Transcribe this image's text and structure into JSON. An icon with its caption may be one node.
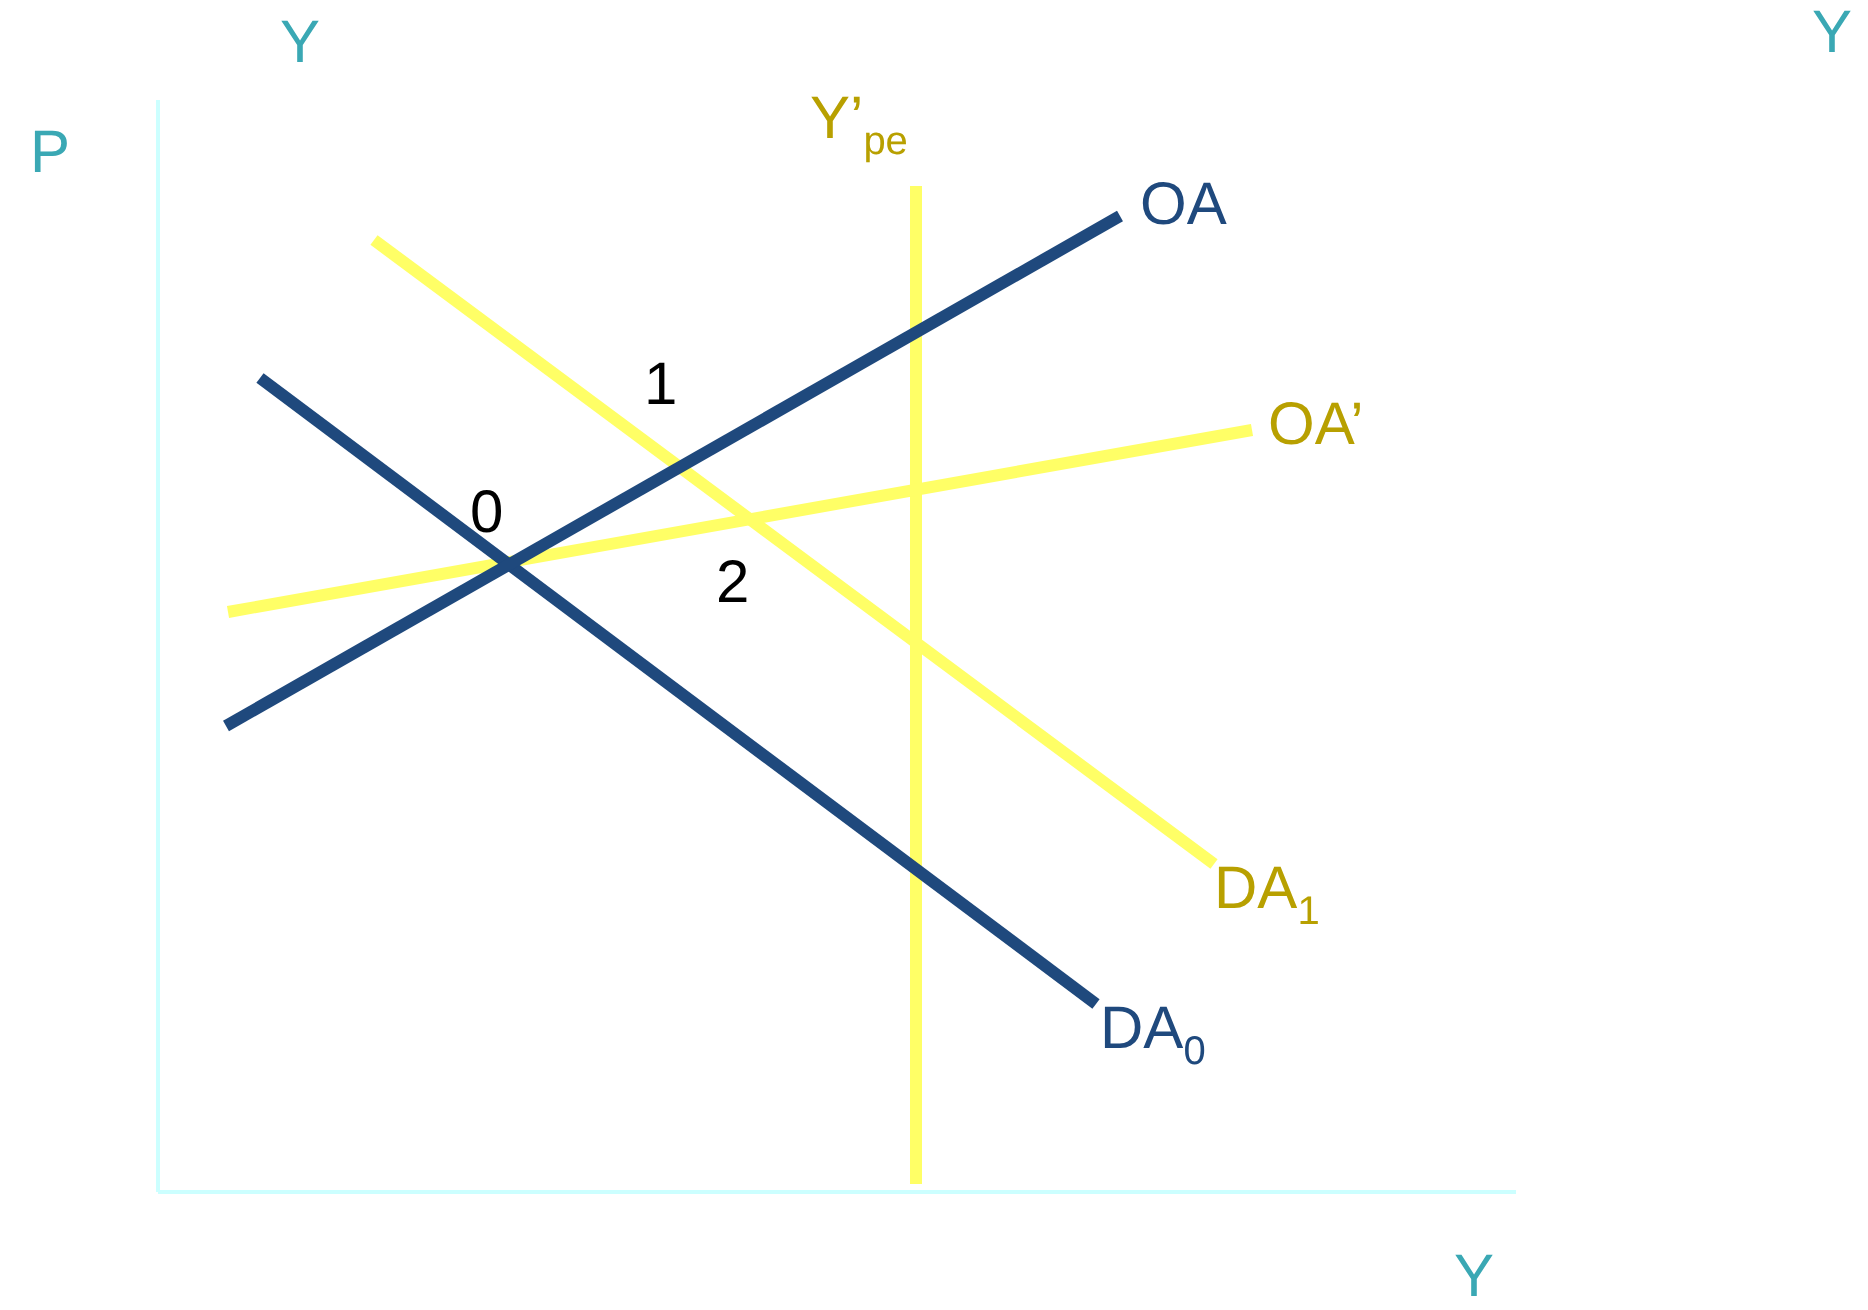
{
  "diagram": {
    "labels": [
      "Y",
      "Y",
      "P",
      "Y’$_{pe}$",
      "OA",
      "OA’",
      "1",
      "0",
      "2",
      "DA$_{1}$",
      "DA$_{0}$",
      "Y"
    ]
  }
}
